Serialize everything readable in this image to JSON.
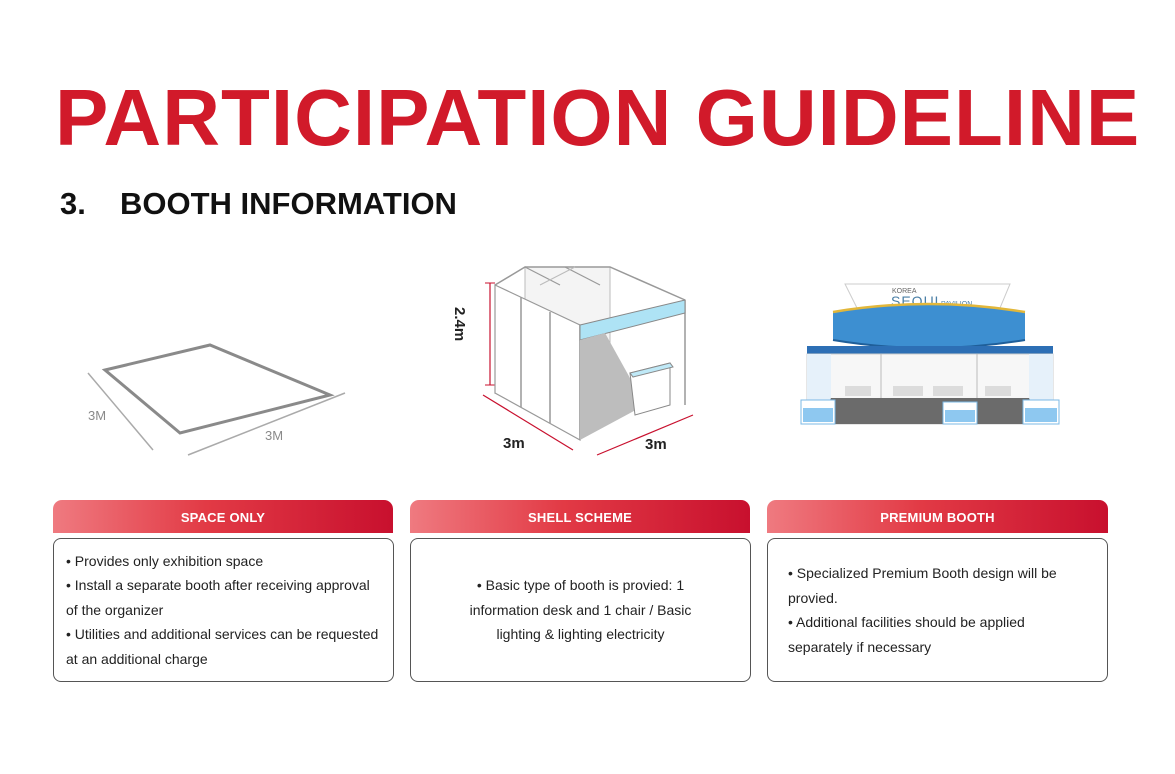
{
  "title": "PARTICIPATION GUIDELINE",
  "section": {
    "number": "3.",
    "label": "BOOTH INFORMATION"
  },
  "illustrations": {
    "space_only": {
      "dim_a": "3M",
      "dim_b": "3M"
    },
    "shell_scheme": {
      "height": "2.4m",
      "width_a": "3m",
      "width_b": "3m"
    },
    "premium": {
      "sign_small": "KOREA",
      "sign_main": "SEOUL",
      "sign_suffix": "PAVILION"
    }
  },
  "columns": [
    {
      "header": "SPACE ONLY",
      "lines": [
        "• Provides only exhibition space",
        "• Install a separate booth after receiving approval of the organizer",
        "• Utilities and additional services can be requested at an additional charge"
      ]
    },
    {
      "header": "SHELL SCHEME",
      "lines": [
        "• Basic type of booth is provied: 1 information desk and 1 chair / Basic lighting & lighting electricity"
      ]
    },
    {
      "header": "PREMIUM BOOTH",
      "lines": [
        "• Specialized Premium Booth design will be provied.",
        "• Additional facilities should be applied separately if necessary"
      ]
    }
  ],
  "colors": {
    "accent": "#d11a2a",
    "header_light": "#ef7a80",
    "header_dark": "#c8102e"
  }
}
